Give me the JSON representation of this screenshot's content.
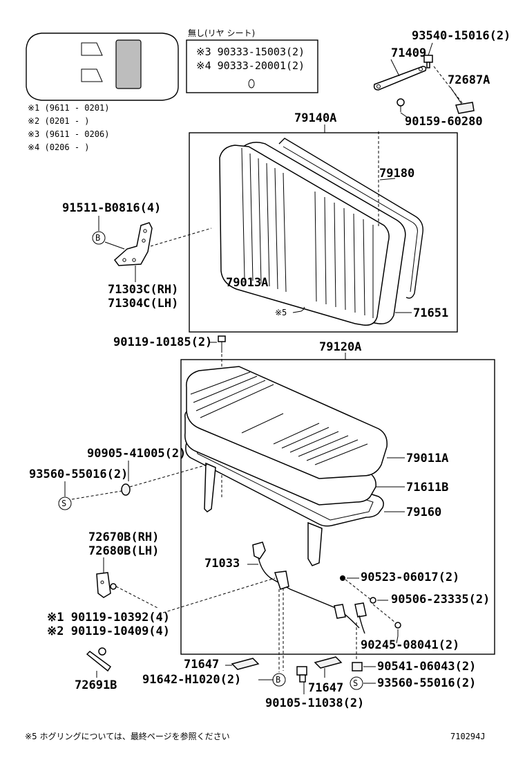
{
  "legend": {
    "title": "無し(リヤ シート)",
    "row1": "※3 90333-15003(2)",
    "row2": "※4 90333-20001(2)"
  },
  "notes": [
    "※1 (9611 - 0201)",
    "※2 (0201 -       )",
    "※3 (9611 - 0206)",
    "※4 (0206 -       )"
  ],
  "assemblies": {
    "top": "79140A",
    "bottom": "79120A"
  },
  "parts": {
    "p93540": "93540-15016(2)",
    "p71409": "71409",
    "p72687A": "72687A",
    "p90159": "90159-60280",
    "p79180": "79180",
    "p91511": "91511-B0816(4)",
    "p71303": "71303C(RH)",
    "p71304": "71304C(LH)",
    "p79013A": "79013A",
    "p5": "※5",
    "p71651": "71651",
    "p90119a": "90119-10185(2)",
    "p90905": "90905-41005(2)",
    "p93560a": "93560-55016(2)",
    "p79011A": "79011A",
    "p71611B": "71611B",
    "p79160": "79160",
    "p72670": "72670B(RH)",
    "p72680": "72680B(LH)",
    "p71033": "71033",
    "p90523": "90523-06017(2)",
    "p90506": "90506-23335(2)",
    "p90119b": "※1 90119-10392(4)",
    "p90119c": "※2 90119-10409(4)",
    "p90245": "90245-08041(2)",
    "p71647a": "71647",
    "p90541": "90541-06043(2)",
    "p91642": "91642-H1020(2)",
    "p71647b": "71647",
    "p93560b": "93560-55016(2)",
    "p72691B": "72691B",
    "p90105": "90105-11038(2)"
  },
  "symbols": {
    "b": "B",
    "s": "S"
  },
  "footer": {
    "note": "※5  ホグリングについては、最終ページを参照ください",
    "code": "710294J"
  }
}
